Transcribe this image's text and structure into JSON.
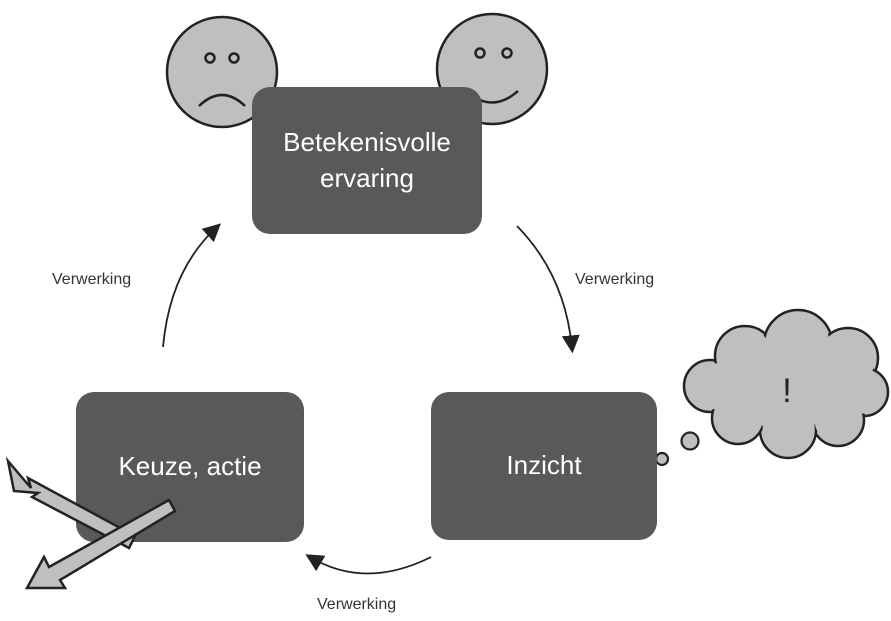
{
  "nodes": {
    "experience": "Betekenisvolle\nervaring",
    "insight": "Inzicht",
    "choice": "Keuze, actie"
  },
  "edges": {
    "top_left": "Verwerking",
    "top_right": "Verwerking",
    "bottom": "Verwerking"
  },
  "thought": "!",
  "colors": {
    "box": "#595959",
    "face": "#bfbfbf",
    "cloud": "#bfbfbf",
    "arrow": "#bfbfbf",
    "line": "#222222"
  },
  "icons": [
    "sad-face-icon",
    "happy-face-icon",
    "thought-cloud-icon",
    "crossing-double-arrow-icon"
  ]
}
